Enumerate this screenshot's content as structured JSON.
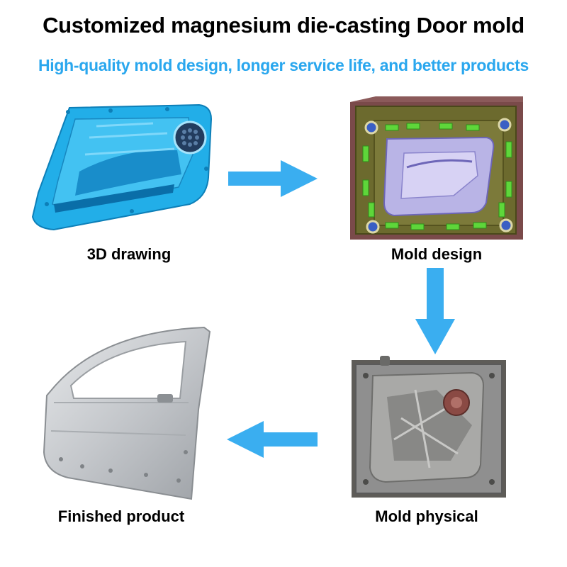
{
  "title": "Customized magnesium die-casting Door mold",
  "subtitle": "High-quality mold design, longer service life, and better products",
  "colors": {
    "accent": "#2aa7ee",
    "arrow": "#3aaef0",
    "cad_blue": "#22aee8",
    "mold_olive": "#6c6a2e",
    "mold_green": "#5ed63a",
    "steel_gray": "#8f8f8f",
    "door_silver": "#c9ccd0"
  },
  "steps": [
    {
      "label": "3D drawing",
      "icon": "cad-door-panel"
    },
    {
      "label": "Mold design",
      "icon": "mold-design-render"
    },
    {
      "label": "Mold physical",
      "icon": "steel-mold-photo"
    },
    {
      "label": "Finished product",
      "icon": "car-door"
    }
  ]
}
